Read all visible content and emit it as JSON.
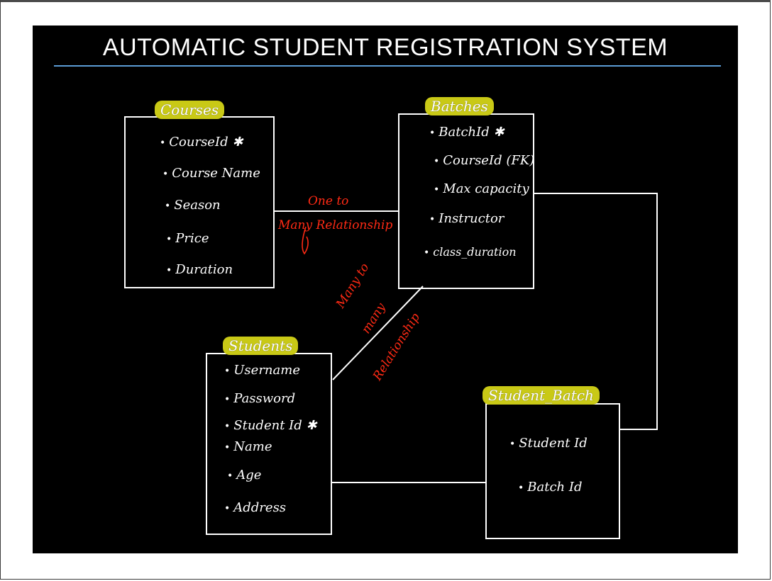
{
  "slide": {
    "title": "AUTOMATIC STUDENT REGISTRATION SYSTEM"
  },
  "colors": {
    "background": "#000000",
    "line": "#ffffff",
    "title_underline": "#5b9bd5",
    "entity_highlight": "#c9c916",
    "relationship_text": "#ff2a14"
  },
  "entities": {
    "courses": {
      "title": "Courses",
      "attributes": [
        "CourseId ✱",
        "Course Name",
        "Season",
        "Price",
        "Duration"
      ]
    },
    "batches": {
      "title": "Batches",
      "attributes": [
        "BatchId ✱",
        "CourseId (FK)",
        "Max capacity",
        "Instructor",
        "class_duration"
      ]
    },
    "students": {
      "title": "Students",
      "attributes": [
        "Username",
        "Password",
        "Student Id ✱",
        "Name",
        "Age",
        "Address"
      ]
    },
    "student_batch": {
      "title": "Student_Batch",
      "attributes": [
        "Student Id",
        "Batch Id"
      ]
    }
  },
  "relationships": {
    "courses_batches": {
      "line1": "One to",
      "line2": "Many Relationship"
    },
    "students_batches": {
      "line1": "Many to",
      "line2": "many",
      "line3": "Relationship"
    }
  }
}
